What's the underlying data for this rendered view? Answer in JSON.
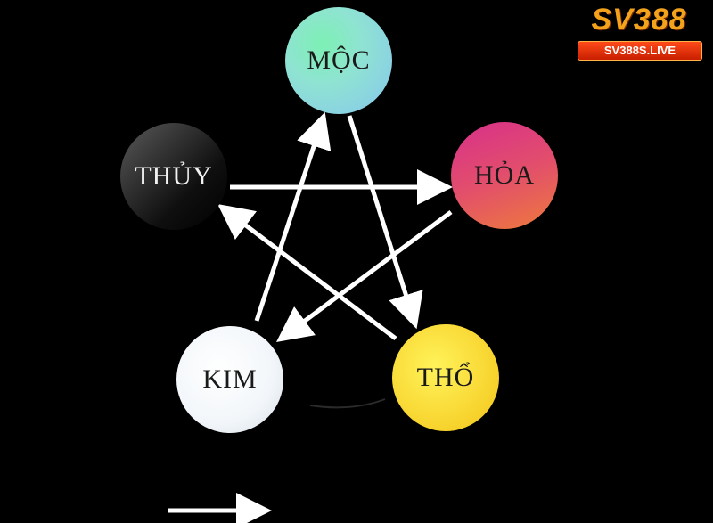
{
  "diagram": {
    "elements": [
      {
        "id": "moc",
        "label": "MỘC",
        "color": "#86d9c8"
      },
      {
        "id": "hoa",
        "label": "HỎA",
        "color": "#e24e6c"
      },
      {
        "id": "tho",
        "label": "THỔ",
        "color": "#f7d22c"
      },
      {
        "id": "kim",
        "label": "KIM",
        "color": "#f2f6fa"
      },
      {
        "id": "thuy",
        "label": "THỦY",
        "color": "#1e1e1e"
      }
    ],
    "arrows": [
      {
        "from": "moc",
        "to": "tho"
      },
      {
        "from": "tho",
        "to": "thuy"
      },
      {
        "from": "thuy",
        "to": "hoa"
      },
      {
        "from": "hoa",
        "to": "kim"
      },
      {
        "from": "kim",
        "to": "moc"
      }
    ],
    "background": "#000000",
    "arrow_color": "#ffffff"
  },
  "logo": {
    "main": "SV388",
    "sub": "SV388S.LIVE",
    "color": "#f3a21b"
  }
}
